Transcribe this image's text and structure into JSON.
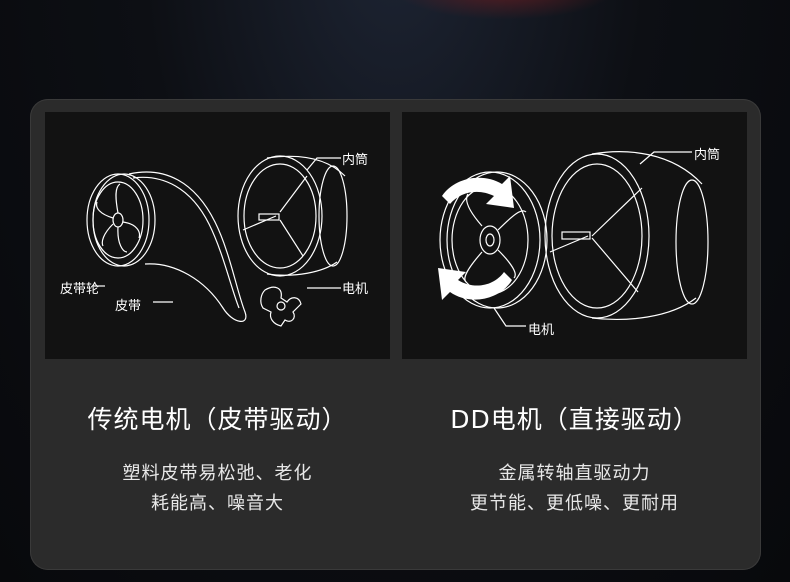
{
  "left": {
    "labels": {
      "inner_drum": "内筒",
      "motor": "电机",
      "pulley": "皮带轮",
      "belt": "皮带"
    },
    "title": "传统电机（皮带驱动）",
    "desc_line1": "塑料皮带易松弛、老化",
    "desc_line2": "耗能高、噪音大"
  },
  "right": {
    "labels": {
      "inner_drum": "内筒",
      "motor": "电机"
    },
    "title": "DD电机（直接驱动）",
    "desc_line1": "金属转轴直驱动力",
    "desc_line2": "更节能、更低噪、更耐用"
  },
  "colors": {
    "card": "#2b2b2b",
    "panel": "#121212",
    "line": "#ffffff"
  }
}
